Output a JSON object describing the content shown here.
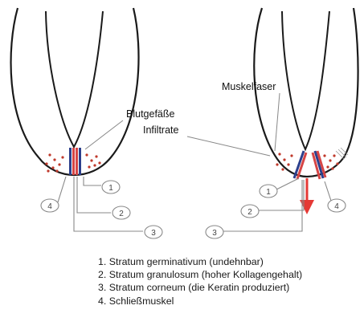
{
  "labels": {
    "muskelfaser": "Muskelfaser",
    "blutgefaesse": "Blutgefäße",
    "infiltrate": "Infiltrate"
  },
  "callouts": {
    "left": [
      "4",
      "1",
      "2",
      "3"
    ],
    "right": [
      "1",
      "4",
      "2",
      "3"
    ]
  },
  "legend": [
    "1. Stratum germinativum (undehnbar)",
    "2. Stratum granulosum (hoher Kollagengehalt)",
    "3. Stratum corneum (die Keratin produziert)",
    "4. Schließmuskel"
  ],
  "colors": {
    "outline": "#1a1a1a",
    "dots": "#c0392b",
    "band_blue": "#2c3f8c",
    "band_red": "#d64545",
    "arrow": "#e53935",
    "leader": "#888888"
  }
}
